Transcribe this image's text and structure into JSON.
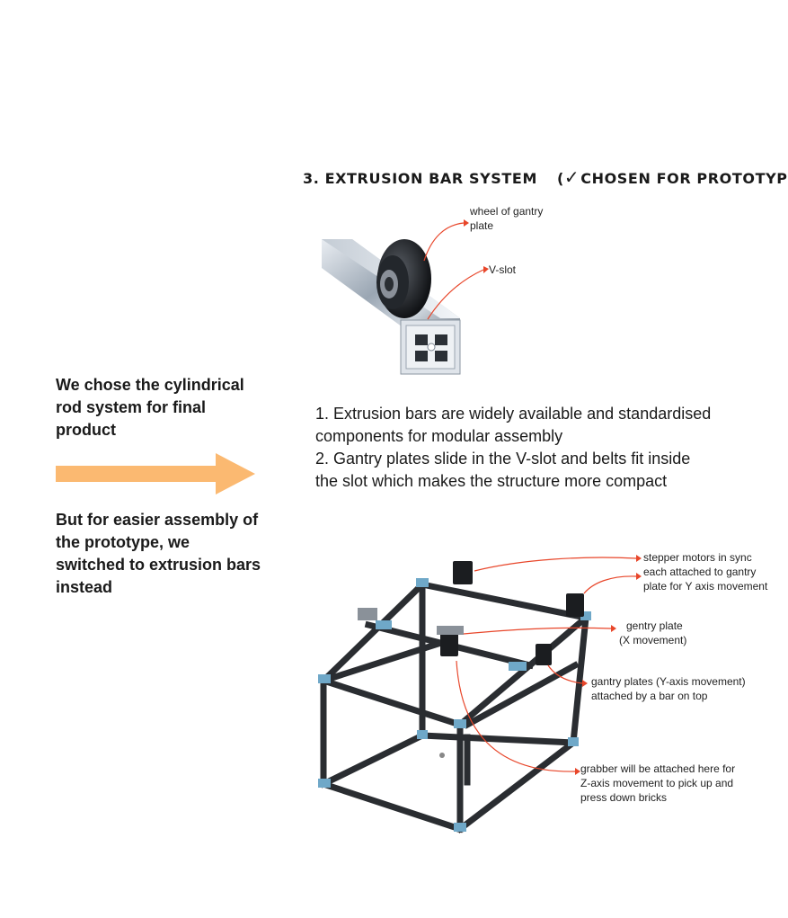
{
  "section": {
    "title": "3. EXTRUSION BAR SYSTEM",
    "chosen_badge": "CHOSEN FOR PROTOTYPE)",
    "badge_open": "(",
    "check_icon": "check-mark-icon"
  },
  "left_panel": {
    "statement_1": "We chose the cylindrical rod system for final product",
    "statement_2": "But for easier assembly of the prototype, we switched to extrusion bars instead",
    "arrow_color": "#FBB971"
  },
  "photo_annotations": {
    "wheel": "wheel of gantry plate",
    "vslot": "V-slot"
  },
  "body": {
    "point_1_line_1": "1. Extrusion bars are widely available and standardised",
    "point_1_line_2": "components for modular assembly",
    "point_2_line_1": "2.  Gantry plates slide in the V-slot and belts fit inside",
    "point_2_line_2": "the slot which makes the structure more compact"
  },
  "frame_annotations": {
    "stepper_line_1": "stepper motors in sync",
    "stepper_line_2": "each attached to gantry",
    "stepper_line_3": "plate for Y axis movement",
    "gantry_x_line_1": "gentry plate",
    "gantry_x_line_2": "(X movement)",
    "gantry_y_line_1": "gantry plates (Y-axis movement)",
    "gantry_y_line_2": "attached by a bar on top",
    "grabber_line_1": "grabber will be attached here for",
    "grabber_line_2": "Z-axis movement to pick up and",
    "grabber_line_3": "press down bricks"
  },
  "colors": {
    "annotation_arrow": "#E8462A",
    "frame": "#2a2d31",
    "bracket": "#6fa8c8"
  }
}
